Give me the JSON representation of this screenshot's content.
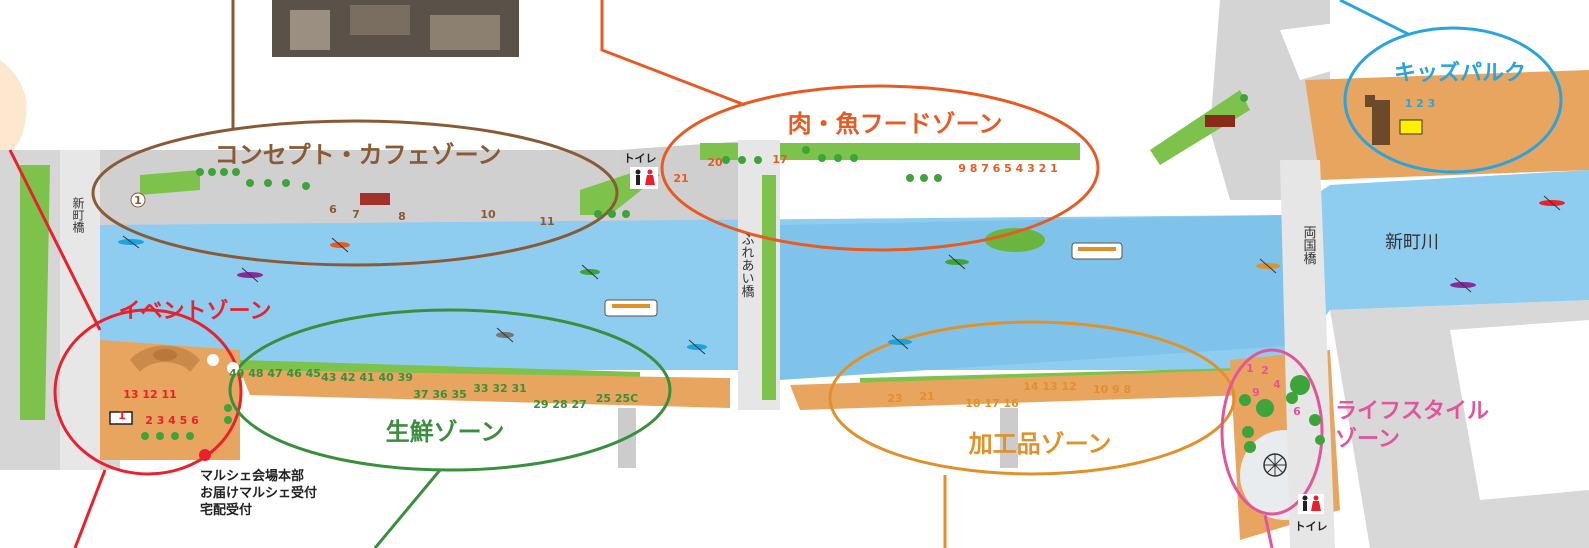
{
  "colors": {
    "river": "#8ecdf0",
    "walkway": "#e8a55f",
    "grass": "#7dc24b",
    "road": "#c8c8c8",
    "concept": "#8a5a34",
    "meatfish": "#e85a23",
    "kids": "#2aa4dd",
    "event": "#e8212d",
    "fresh": "#3a8f3d",
    "processed": "#e0912a",
    "lifestyle": "#e2559b"
  },
  "zones": {
    "concept": {
      "label": "コンセプト・カフェゾーン",
      "stalls": [
        "1",
        "6",
        "7",
        "8",
        "10",
        "11"
      ]
    },
    "meatfish": {
      "label": "肉・魚フードゾーン",
      "stalls_left": [
        "21",
        "20",
        "17"
      ],
      "stalls_right": "9 8 7 6 5 4 3 2 1"
    },
    "kids": {
      "label": "キッズパルク",
      "stalls": "1 2 3"
    },
    "event": {
      "label": "イベントゾーン",
      "stalls_top": "13 12 11",
      "stalls_bottom": "2 3 4 5 6",
      "stage_num": "1"
    },
    "fresh": {
      "label": "生鮮ゾーン",
      "stalls_a": "49 48 47 46 45",
      "stalls_b": "43 42 41 40 39",
      "stalls_c": "37 36 35",
      "stalls_d": "33 32 31",
      "stalls_e": "29 28 27",
      "stalls_f": "25 25C"
    },
    "processed": {
      "label": "加工品ゾーン",
      "stalls_a": "23",
      "stalls_b": "21",
      "stalls_c": "18 17 16",
      "stalls_d": "14 13 12",
      "stalls_e": "10 9 8"
    },
    "lifestyle": {
      "label_line1": "ライフスタイル",
      "label_line2": "ゾーン",
      "stalls": [
        "1",
        "2",
        "4",
        "9",
        "6"
      ]
    }
  },
  "labels": {
    "bridge_shinmachi": "新町橋",
    "bridge_fureai": "ふれあい橋",
    "bridge_ryogoku": "両国橋",
    "river_name": "新町川",
    "toilet_top": "トイレ",
    "toilet_bottom": "トイレ"
  },
  "info_note": {
    "line1": "マルシェ会場本部",
    "line2": "お届けマルシェ受付",
    "line3": "宅配受付"
  },
  "icons": [
    "toilet-icon",
    "kayak-icon",
    "boat-icon",
    "ferris-wheel-icon",
    "stage-icon"
  ]
}
